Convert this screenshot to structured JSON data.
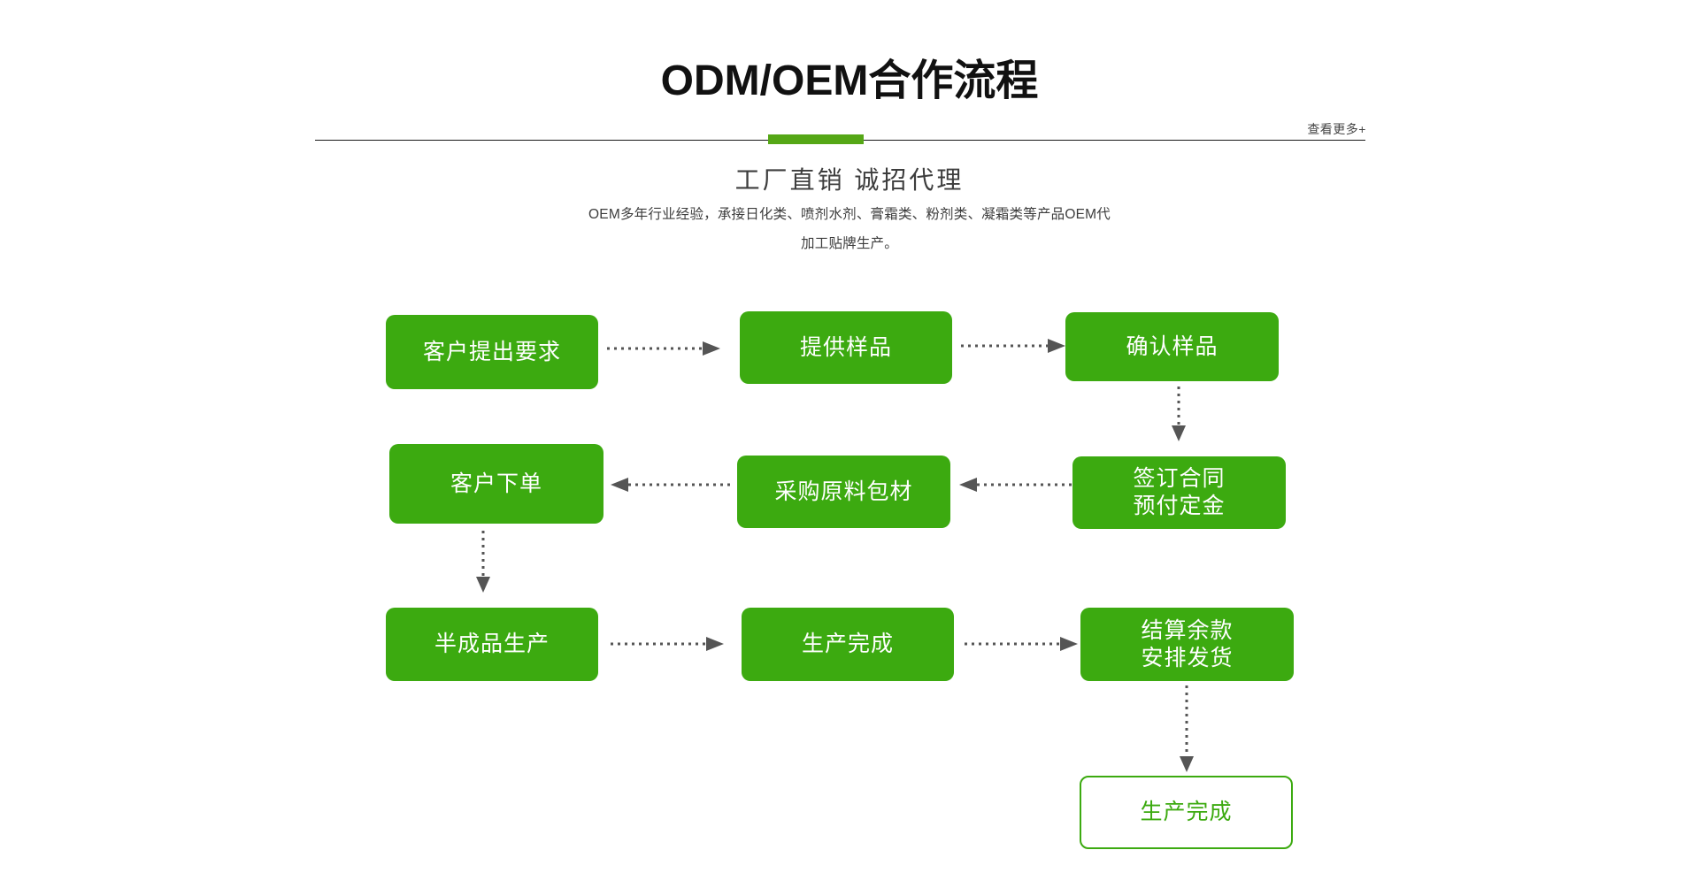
{
  "header": {
    "title": "ODM/OEM合作流程",
    "more_link": "查看更多+",
    "accent_color": "#55a716",
    "rule_color": "#1a1a1a"
  },
  "intro": {
    "sub_title": "工厂直销 诚招代理",
    "description": "OEM多年行业经验，承接日化类、喷剂水剂、膏霜类、粉剂类、凝霜类等产品OEM代加工贴牌生产。"
  },
  "diagram": {
    "fill_color": "#3caa10",
    "text_color": "#ffffff",
    "outline_text_color": "#3caa10",
    "arrow_color": "#555555",
    "nodes": [
      {
        "id": "n1",
        "label": "客户提出要求"
      },
      {
        "id": "n2",
        "label": "提供样品"
      },
      {
        "id": "n3",
        "label": "确认样品"
      },
      {
        "id": "n4",
        "label": "客户下单"
      },
      {
        "id": "n5",
        "label": "采购原料包材"
      },
      {
        "id": "n6",
        "label": "签订合同\n预付定金"
      },
      {
        "id": "n7",
        "label": "半成品生产"
      },
      {
        "id": "n8",
        "label": "生产完成"
      },
      {
        "id": "n9",
        "label": "结算余款\n安排发货"
      },
      {
        "id": "n10",
        "label": "生产完成"
      }
    ]
  }
}
